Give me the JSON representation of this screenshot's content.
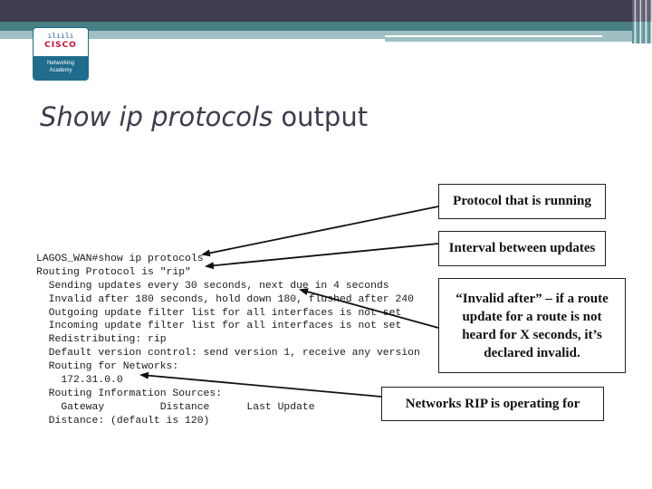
{
  "header": {
    "logo": {
      "bars": "ılıılı",
      "brand": "CISCO",
      "subtitle_line1": "Networking",
      "subtitle_line2": "Academy"
    }
  },
  "slide": {
    "title_italic": "Show ip protocols",
    "title_regular": " output"
  },
  "cli_output": {
    "lines": [
      "LAGOS_WAN#show ip protocols",
      "Routing Protocol is \"rip\"",
      "  Sending updates every 30 seconds, next due in 4 seconds",
      "  Invalid after 180 seconds, hold down 180, flushed after 240",
      "  Outgoing update filter list for all interfaces is not set",
      "  Incoming update filter list for all interfaces is not set",
      "  Redistributing: rip",
      "  Default version control: send version 1, receive any version",
      "  Routing for Networks:",
      "    172.31.0.0",
      "  Routing Information Sources:",
      "    Gateway         Distance      Last Update",
      "  Distance: (default is 120)"
    ]
  },
  "callouts": [
    {
      "text": "Protocol that is running"
    },
    {
      "text": "Interval between updates"
    },
    {
      "text": "“Invalid after” – if a route update for a route is not heard for X seconds, it’s declared invalid."
    },
    {
      "text": "Networks RIP is operating for"
    }
  ],
  "colors": {
    "topbar": "#3f3f51",
    "teal": "#477f85",
    "light_teal": "#9fbfc2",
    "title": "#3c3c4f",
    "cisco_blue": "#1f6c8c",
    "cisco_red": "#c8102e"
  }
}
